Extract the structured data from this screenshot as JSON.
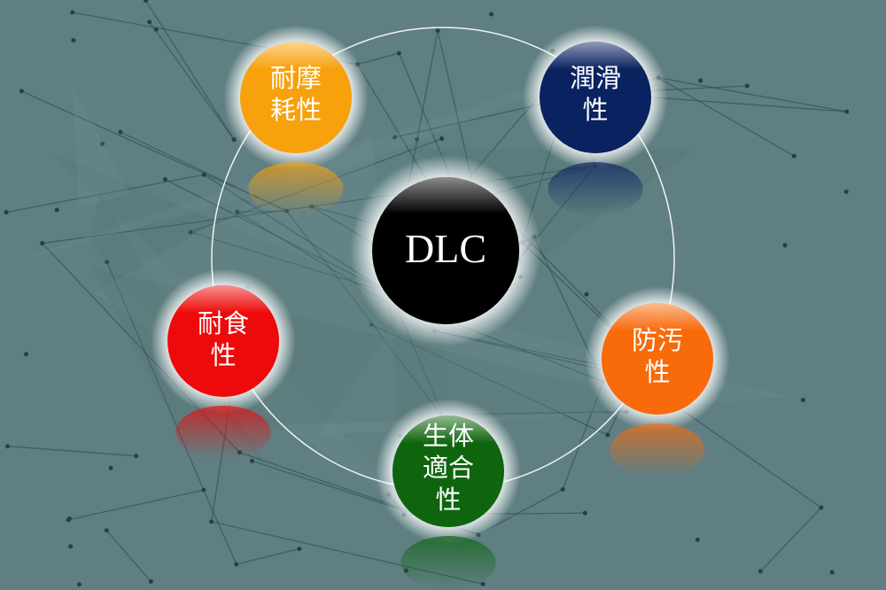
{
  "center": {
    "label": "DLC",
    "color": "#000000"
  },
  "nodes": [
    {
      "id": "wear-resistance",
      "label": "耐摩\n耗性",
      "color": "#f7a10c"
    },
    {
      "id": "lubricity",
      "label": "潤滑\n性",
      "color": "#0b2260"
    },
    {
      "id": "corrosion-resistance",
      "label": "耐食\n性",
      "color": "#ee0a0a"
    },
    {
      "id": "antifouling",
      "label": "防汚\n性",
      "color": "#f86a0a"
    },
    {
      "id": "biocompatibility",
      "label": "生体\n適合\n性",
      "color": "#0e650e"
    }
  ],
  "ring_color": "#ffffff",
  "background_color": "#5f7f82"
}
